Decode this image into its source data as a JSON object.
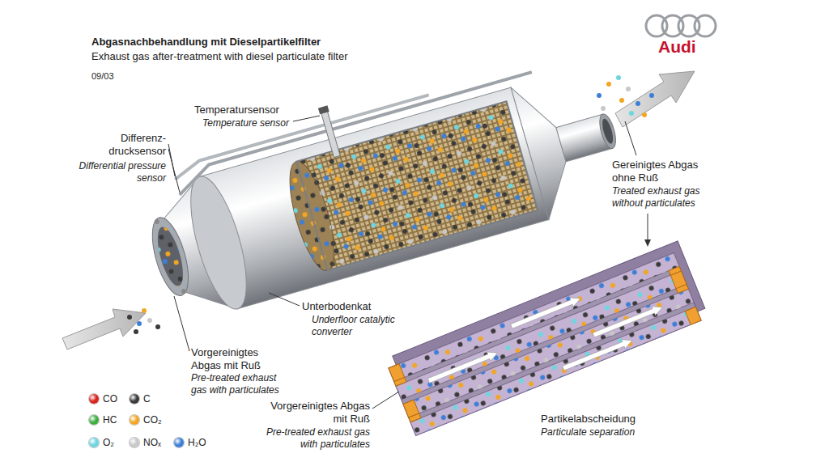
{
  "diagram": {
    "title": "Abgasnachbehandlung mit Dieselpartikelfilter",
    "labels": [
      "Exhaust gas after-treatment with diesel particulate filter",
      "09/03",
      "Audi",
      "Temperatursensor",
      "Temperature sensor",
      "Differenz- drucksensor",
      "Differential pressure sensor",
      "Gereinigtes Abgas ohne Ruß",
      "Treated exhaust gas without particulates",
      "Unterbodenkat",
      "Underfloor catalytic converter",
      "Vorgereinigtes Abgas mit Ruß",
      "Pre-treated exhaust gas with particulates",
      "Vorgereinigtes Abgas mit Ruß",
      "Pre-treated exhaust gas with particulates",
      "Partikelabscheidung",
      "Particulate separation"
    ],
    "legend": [
      {
        "text": "CO",
        "color": "#d9231d"
      },
      {
        "text": "C",
        "color": "#3a3a3a"
      },
      {
        "text": "HC",
        "color": "#3fae3f"
      },
      {
        "text": "CO₂",
        "color": "#f2a623"
      },
      {
        "text": "O₂",
        "color": "#6fd6e0"
      },
      {
        "text": "NOₓ",
        "color": "#c8c8c8"
      },
      {
        "text": "H₂O",
        "color": "#3d7fd6"
      }
    ]
  }
}
